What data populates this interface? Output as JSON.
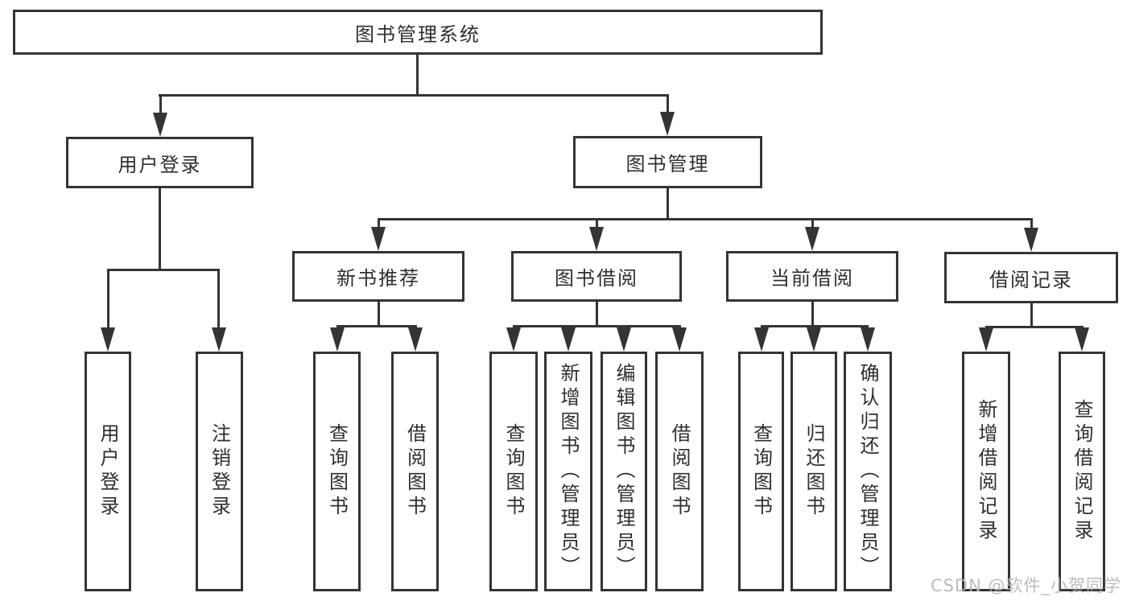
{
  "page": {
    "background": "#ffffff"
  },
  "style": {
    "line_color": "#343434",
    "box_border_color": "#343434",
    "text_color": "#2f2f2f"
  },
  "watermark": {
    "text": "CSDN @软件_小贺同学",
    "color": "#b5b5b5"
  },
  "tree": {
    "label": "图书管理系统",
    "children": [
      {
        "label": "用户登录",
        "children": [
          {
            "label": "用户登录"
          },
          {
            "label": "注销登录"
          }
        ]
      },
      {
        "label": "图书管理",
        "children": [
          {
            "label": "新书推荐",
            "children": [
              {
                "label": "查询图书"
              },
              {
                "label": "借阅图书"
              }
            ]
          },
          {
            "label": "图书借阅",
            "children": [
              {
                "label": "查询图书"
              },
              {
                "label": "新增图书（管理员）"
              },
              {
                "label": "编辑图书（管理员）"
              },
              {
                "label": "借阅图书"
              }
            ]
          },
          {
            "label": "当前借阅",
            "children": [
              {
                "label": "查询图书"
              },
              {
                "label": "归还图书"
              },
              {
                "label": "确认归还（管理员）"
              }
            ]
          },
          {
            "label": "借阅记录",
            "children": [
              {
                "label": "新增借阅记录"
              },
              {
                "label": "查询借阅记录"
              }
            ]
          }
        ]
      }
    ]
  }
}
